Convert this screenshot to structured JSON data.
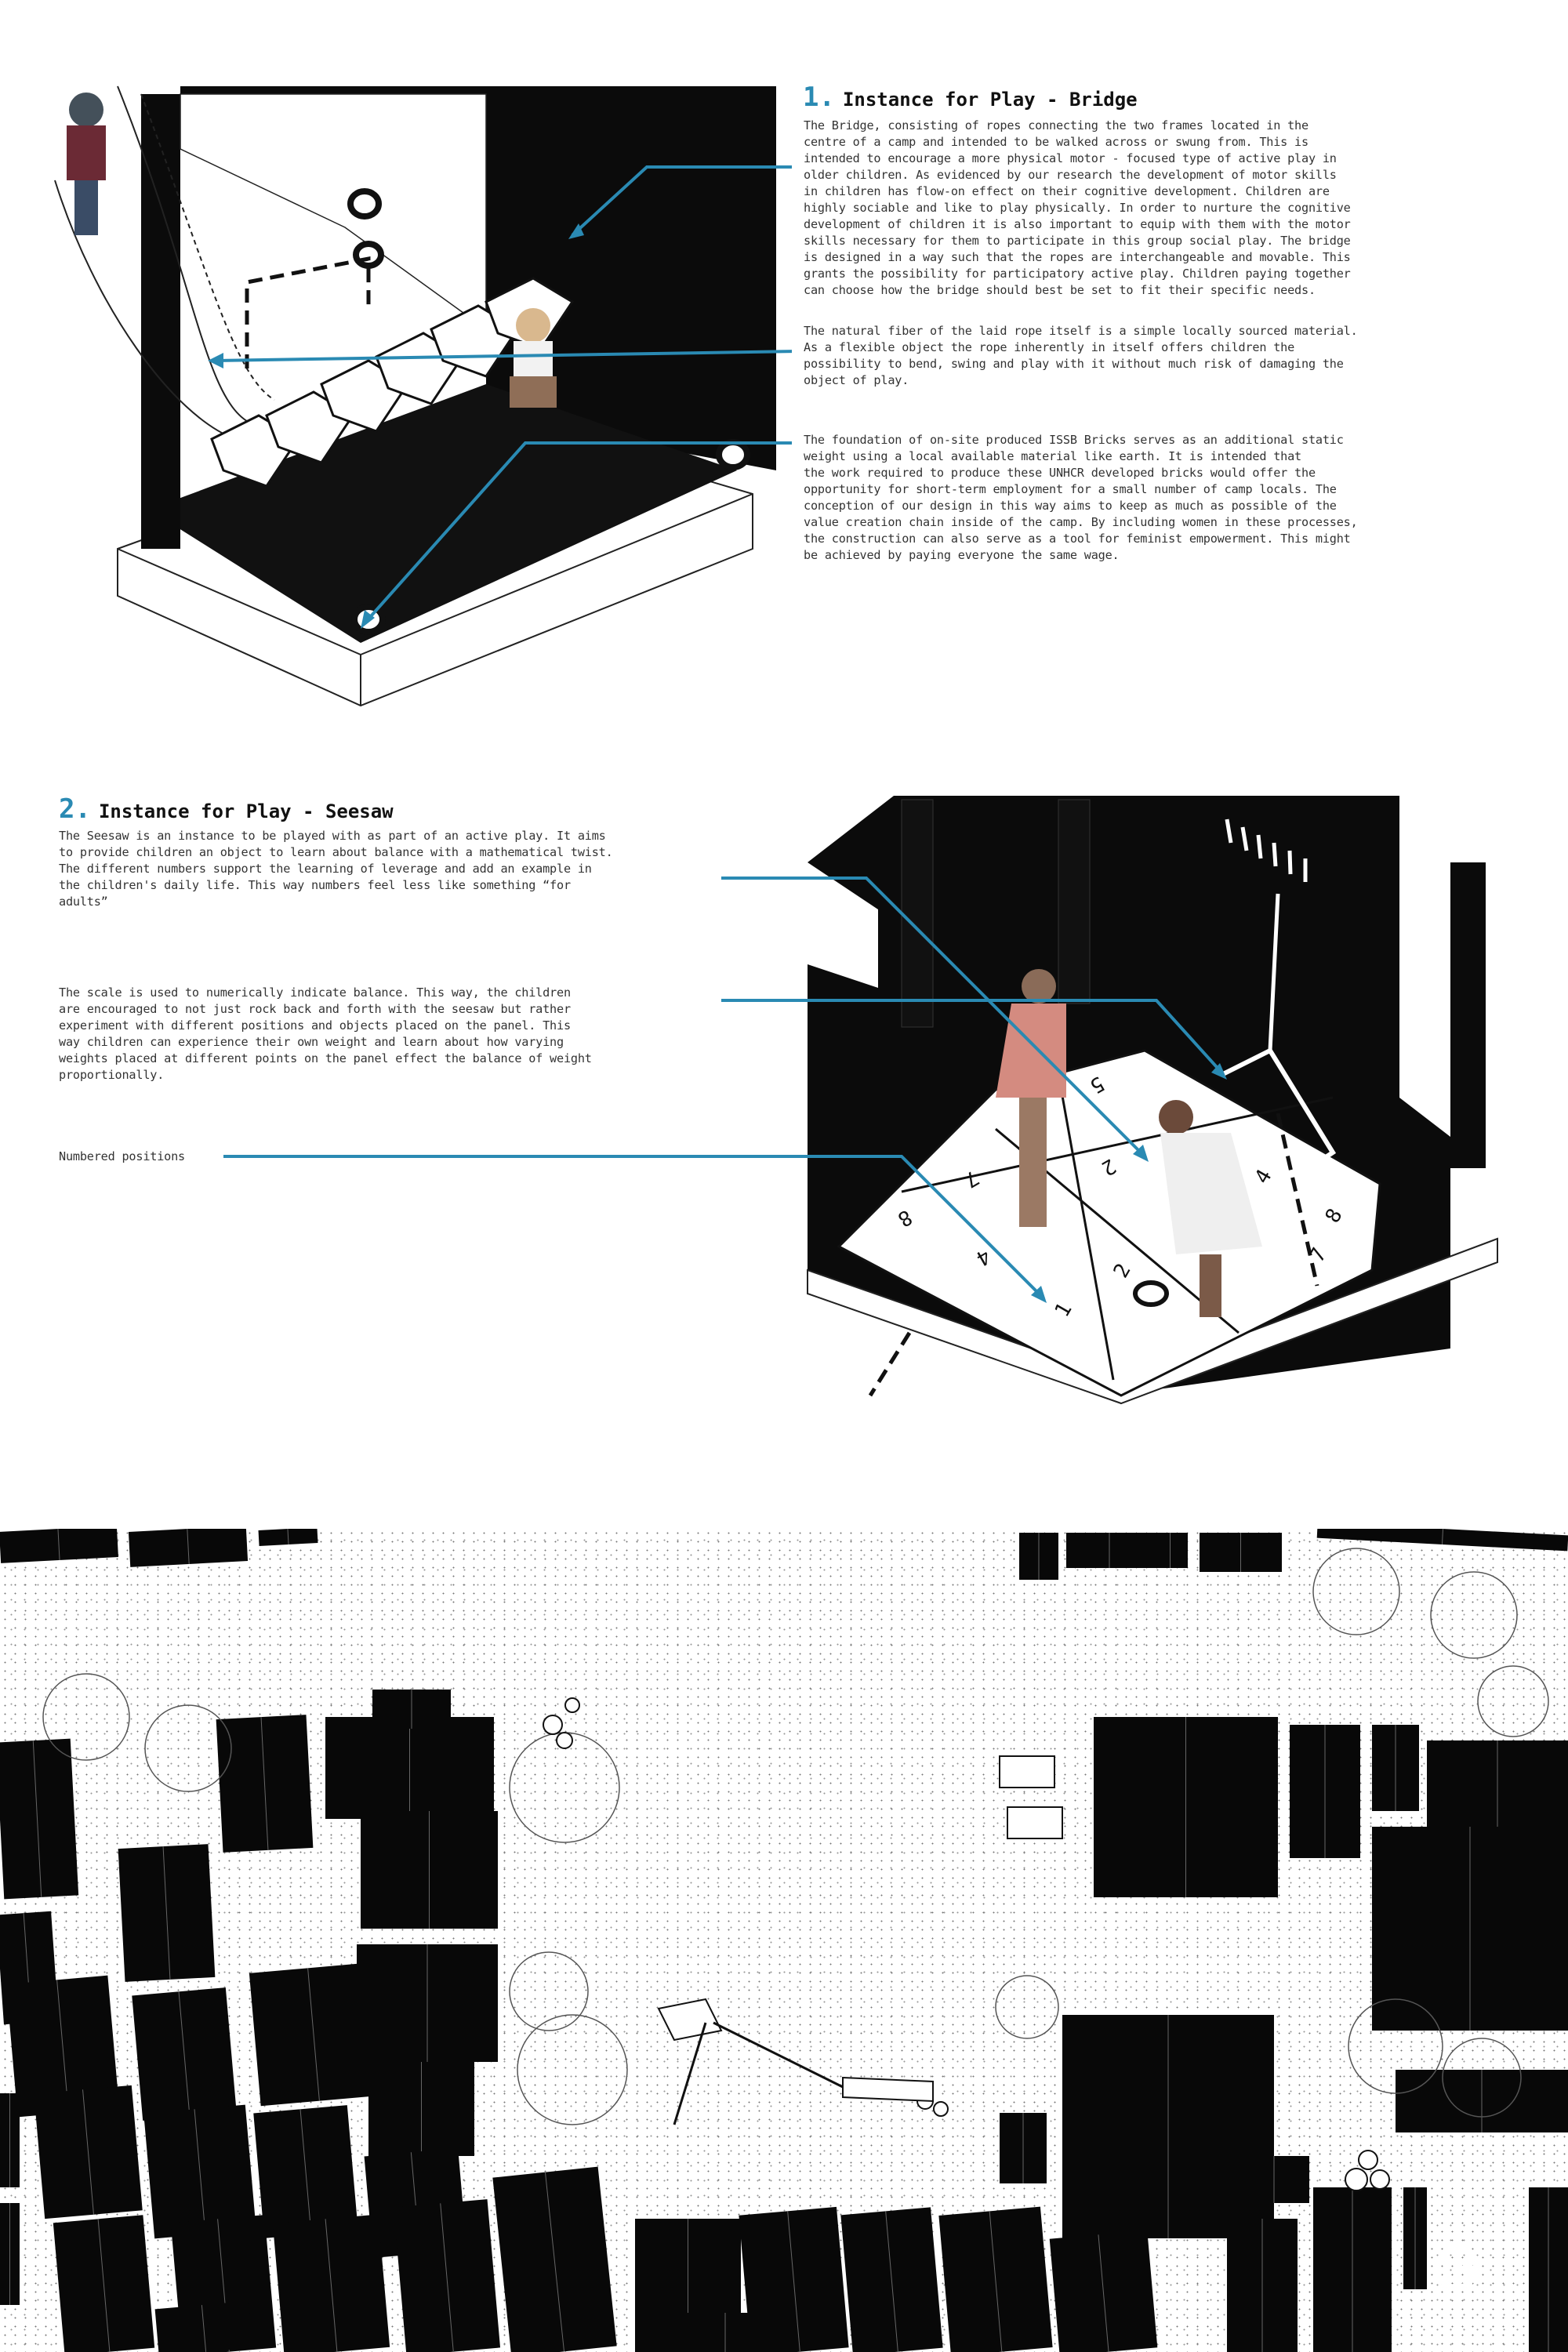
{
  "accent_color": "#2a8ab3",
  "bridge": {
    "number": "1.",
    "title": "Instance for Play - Bridge",
    "paragraphs": [
      "The Bridge, consisting of ropes connecting the two frames located in the\ncentre of a camp and intended to be walked across or swung from. This is\nintended to encourage a more physical motor - focused type of active play in\nolder children. As evidenced by our research the development of motor skills\nin children has flow-on effect on their cognitive development. Children are\nhighly sociable and like to play physically. In order to nurture the cognitive\ndevelopment of children it is also important to equip with them with the motor\nskills necessary for them to participate in this group social play. The bridge\nis designed in a way such that the ropes are interchangeable and movable. This\ngrants the possibility for participatory active play. Children paying together\ncan choose how the bridge should best be set to fit their specific needs.",
      "The natural fiber of the laid rope itself is a simple locally sourced material.\nAs a flexible object the rope inherently in itself offers children the\npossibility to bend, swing and play with it without much risk of damaging the\nobject of play.",
      "The foundation of on-site produced ISSB Bricks serves as an additional static\nweight using a local available material like earth. It is intended that\nthe work required to produce these UNHCR developed bricks would offer the\nopportunity for short-term employment for a small number of camp locals. The\nconception of our design in this way aims to keep as much as possible of the\nvalue creation chain inside of the camp. By including women in these processes,\nthe construction can also serve as a tool for feminist empowerment. This might\nbe achieved by paying everyone the same wage."
    ]
  },
  "seesaw": {
    "number": "2.",
    "title": "Instance for Play - Seesaw",
    "paragraphs": [
      "The Seesaw is an instance to be played with as part of an active play. It aims\nto provide children an object to learn about balance with a mathematical twist.\nThe different numbers support the learning of leverage and add an example in\nthe children's daily life. This way numbers feel less like something “for\nadults”",
      "The scale is used to numerically indicate balance. This way, the children\nare encouraged to not just rock back and forth with the seesaw but rather\nexperiment with different positions and objects placed on the panel. This\nway children can experience their own weight and learn about how varying\nweights placed at different points on the panel effect the balance of weight\nproportionally."
    ],
    "numbered_positions_label": "Numbered positions",
    "panel_numbers": [
      "5",
      "7",
      "2",
      "4",
      "8",
      "4",
      "2",
      "1",
      "7",
      "8"
    ]
  },
  "map": {
    "north_icon": "north-arrow-icon"
  }
}
